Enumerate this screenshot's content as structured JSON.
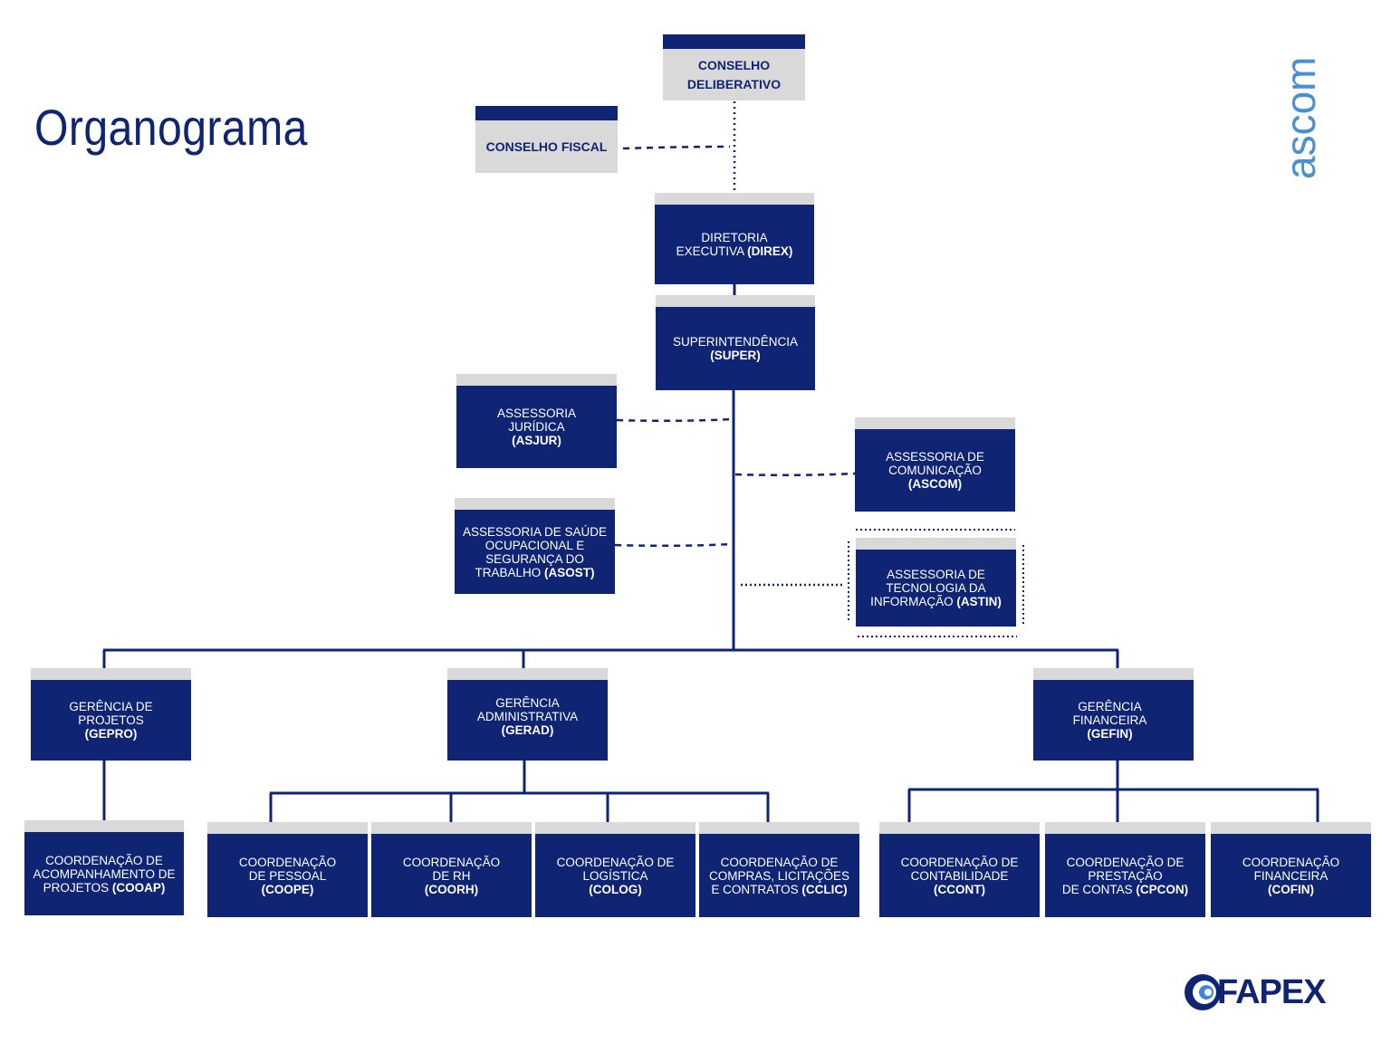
{
  "title": "Organograma",
  "logos": {
    "ascom": "ascom",
    "fapex": "FAPEX"
  },
  "colors": {
    "navy": "#0f2472",
    "header_gray": "#d9d9d9",
    "logo_blue": "#4a8fd0"
  },
  "boxes": {
    "conselho_deliberativo": [
      "CONSELHO",
      "DELIBERATIVO"
    ],
    "conselho_fiscal": [
      "CONSELHO",
      "FISCAL"
    ],
    "direx": {
      "lines": [
        "DIRETORIA",
        "EXECUTIVA "
      ],
      "code": "(DIREX)"
    },
    "super": {
      "lines": [
        "SUPERINTENDÊNCIA"
      ],
      "code": "(SUPER)"
    },
    "asjur": {
      "lines": [
        "ASSESSORIA",
        "JURÍDICA"
      ],
      "code": "(ASJUR)"
    },
    "ascom": {
      "lines": [
        "ASSESSORIA DE",
        "COMUNICAÇÃO"
      ],
      "code": "(ASCOM)"
    },
    "asost": {
      "lines": [
        "ASSESSORIA DE SAÚDE",
        "OCUPACIONAL E",
        "SEGURANÇA DO",
        "TRABALHO "
      ],
      "code": "(ASOST)"
    },
    "astin": {
      "lines": [
        "ASSESSORIA DE",
        "TECNOLOGIA  DA",
        "INFORMAÇÃO "
      ],
      "code": "(ASTIN)"
    },
    "gepro": {
      "lines": [
        "GERÊNCIA DE",
        "PROJETOS"
      ],
      "code": "(GEPRO)"
    },
    "gerad": {
      "lines": [
        "GERÊNCIA",
        "ADMINISTRATIVA"
      ],
      "code": "(GERAD)"
    },
    "gefin": {
      "lines": [
        "GERÊNCIA",
        "FINANCEIRA"
      ],
      "code": "(GEFIN)"
    },
    "cooap": {
      "lines": [
        "COORDENAÇÃO DE",
        "ACOMPANHAMENTO DE",
        "PROJETOS "
      ],
      "code": "(COOAP)"
    },
    "coope": {
      "lines": [
        "COORDENAÇÃO",
        "DE PESSOAL"
      ],
      "code": "(COOPE)"
    },
    "coorh": {
      "lines": [
        "COORDENAÇÃO",
        "DE RH"
      ],
      "code": "(COORH)"
    },
    "colog": {
      "lines": [
        "COORDENAÇÃO DE",
        "LOGÍSTICA"
      ],
      "code": "(COLOG)"
    },
    "cclic": {
      "lines": [
        "COORDENAÇÃO DE",
        "COMPRAS, LICITAÇÕES",
        "E CONTRATOS "
      ],
      "code": "(CCLIC)"
    },
    "ccont": {
      "lines": [
        "COORDENAÇÃO DE",
        "CONTABILIDADE"
      ],
      "code": "(CCONT)"
    },
    "cpcon": {
      "lines": [
        "COORDENAÇÃO DE",
        "PRESTAÇÃO",
        "DE CONTAS "
      ],
      "code": "(CPCON)"
    },
    "cofin": {
      "lines": [
        "COORDENAÇÃO",
        "FINANCEIRA"
      ],
      "code": "(COFIN)"
    }
  }
}
